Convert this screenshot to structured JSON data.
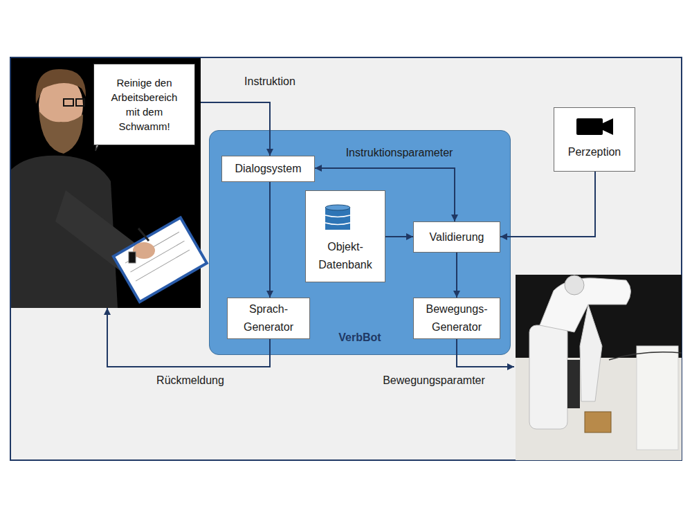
{
  "diagram": {
    "nodes": [
      {
        "text": [
          "Reinige den Arbeitsbereich mit dem Schwamm!"
        ]
      },
      {
        "text": [
          "VerbBot"
        ]
      },
      {
        "text": [
          "Dialogsystem"
        ],
        "in": 1
      },
      {
        "text": [
          "Objekt- Datenbank"
        ],
        "in": 1
      },
      {
        "text": [
          "Validierung"
        ],
        "in": 1
      },
      {
        "text": [
          "Sprach- Generator"
        ],
        "in": 1
      },
      {
        "text": [
          "Bewegungs- Generator"
        ],
        "in": 1
      },
      {
        "text": [
          "Perzeption"
        ]
      }
    ],
    "edges": [
      {
        "from": 0,
        "to": 2,
        "label": "Instruktion",
        "arrow": "to"
      },
      {
        "from": 2,
        "to": 4,
        "label": "Instruktionsparameter",
        "arrow": "both"
      },
      {
        "from": 2,
        "to": 5,
        "arrow": "to"
      },
      {
        "from": 3,
        "to": 4,
        "arrow": "to"
      },
      {
        "from": 7,
        "to": 4,
        "arrow": "to"
      },
      {
        "from": 4,
        "to": 6,
        "arrow": "to"
      },
      {
        "from": 5,
        "to": 0,
        "label": "Rückmeldung",
        "arrow": "to"
      }
    ],
    "labels": [
      "Bewegungsparamter"
    ]
  }
}
